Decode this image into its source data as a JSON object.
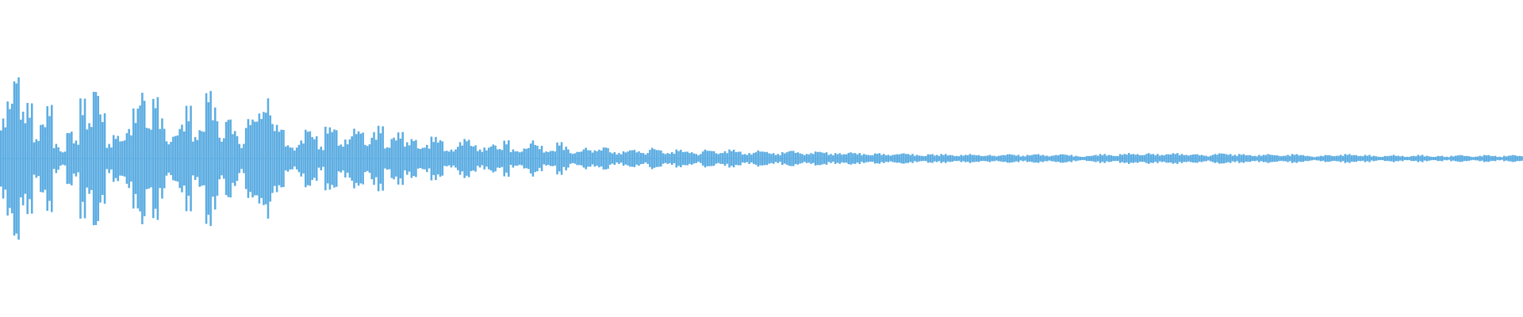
{
  "waveform": {
    "color": "#5dade2",
    "peaks": [
      0.44,
      0.64,
      0.93,
      0.52,
      0.61,
      0.22,
      0.4,
      0.59,
      0.16,
      0.08,
      0.31,
      0.2,
      0.66,
      0.4,
      0.79,
      0.5,
      0.16,
      0.26,
      0.21,
      0.33,
      0.55,
      0.74,
      0.36,
      0.68,
      0.44,
      0.19,
      0.27,
      0.38,
      0.58,
      0.24,
      0.33,
      0.75,
      0.56,
      0.23,
      0.46,
      0.31,
      0.16,
      0.44,
      0.45,
      0.52,
      0.66,
      0.38,
      0.34,
      0.15,
      0.12,
      0.2,
      0.33,
      0.25,
      0.13,
      0.35,
      0.34,
      0.16,
      0.21,
      0.33,
      0.31,
      0.16,
      0.29,
      0.36,
      0.13,
      0.24,
      0.29,
      0.18,
      0.22,
      0.12,
      0.15,
      0.24,
      0.21,
      0.09,
      0.1,
      0.18,
      0.22,
      0.15,
      0.1,
      0.12,
      0.16,
      0.11,
      0.2,
      0.1,
      0.08,
      0.12,
      0.2,
      0.14,
      0.08,
      0.09,
      0.18,
      0.13,
      0.06,
      0.08,
      0.12,
      0.09,
      0.1,
      0.13,
      0.07,
      0.06,
      0.08,
      0.1,
      0.08,
      0.06,
      0.12,
      0.1,
      0.06,
      0.07,
      0.1,
      0.08,
      0.07,
      0.05,
      0.1,
      0.09,
      0.06,
      0.08,
      0.1,
      0.08,
      0.05,
      0.06,
      0.09,
      0.08,
      0.06,
      0.05,
      0.07,
      0.09,
      0.07,
      0.05,
      0.06,
      0.08,
      0.07,
      0.05,
      0.06,
      0.05,
      0.07,
      0.06,
      0.05,
      0.04,
      0.06,
      0.05,
      0.04,
      0.05,
      0.06,
      0.05,
      0.04,
      0.03,
      0.05,
      0.04,
      0.05,
      0.04,
      0.03,
      0.04,
      0.05,
      0.04,
      0.03,
      0.04,
      0.03,
      0.04,
      0.05,
      0.04,
      0.03,
      0.04,
      0.05,
      0.04,
      0.03,
      0.04,
      0.05,
      0.04,
      0.03,
      0.02,
      0.03,
      0.04,
      0.05,
      0.04,
      0.03,
      0.05,
      0.06,
      0.05,
      0.04,
      0.06,
      0.05,
      0.04,
      0.05,
      0.06,
      0.05,
      0.04,
      0.05,
      0.04,
      0.03,
      0.05,
      0.06,
      0.05,
      0.04,
      0.05,
      0.04,
      0.03,
      0.04,
      0.05,
      0.04,
      0.03,
      0.04,
      0.05,
      0.04,
      0.03,
      0.02,
      0.03,
      0.04,
      0.03,
      0.04,
      0.05,
      0.04,
      0.03,
      0.04,
      0.03,
      0.02,
      0.03,
      0.04,
      0.03,
      0.02,
      0.03,
      0.04,
      0.03,
      0.02,
      0.03,
      0.02,
      0.03,
      0.04,
      0.03,
      0.02,
      0.03,
      0.04,
      0.03,
      0.02,
      0.03,
      0.04,
      0.03
    ]
  }
}
